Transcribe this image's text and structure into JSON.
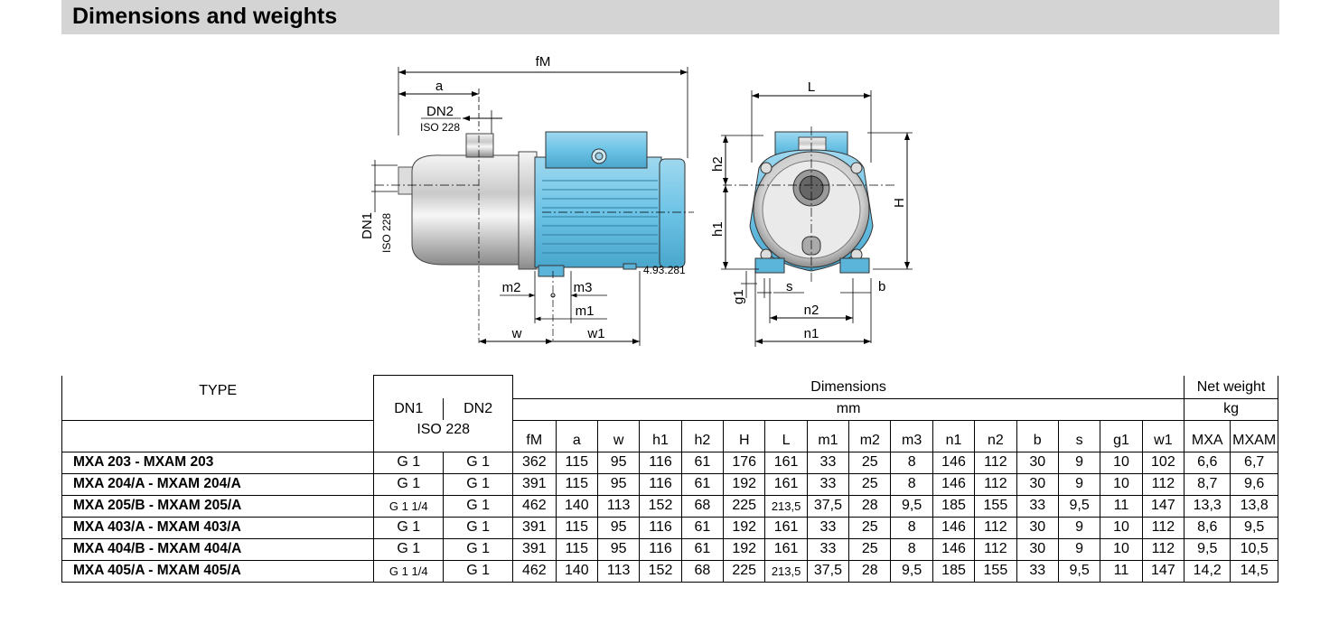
{
  "header": {
    "title": "Dimensions and weights"
  },
  "drawing": {
    "labels": {
      "fM": "fM",
      "a": "a",
      "DN2": "DN2",
      "ISO228_top": "ISO 228",
      "DN1": "DN1",
      "ISO228_side": "ISO 228",
      "m2": "m2",
      "m3": "m3",
      "m1": "m1",
      "w": "w",
      "w1": "w1",
      "code": "4.93.281",
      "L": "L",
      "h2": "h2",
      "h1": "h1",
      "H": "H",
      "g1": "g1",
      "s": "s",
      "b": "b",
      "n2": "n2",
      "n1": "n1"
    }
  },
  "table": {
    "header": {
      "type": "TYPE",
      "dn1": "DN1",
      "dn2": "DN2",
      "iso": "ISO 228",
      "dimensions": "Dimensions",
      "mm": "mm",
      "net_weight": "Net weight",
      "kg": "kg",
      "columns": [
        "fM",
        "a",
        "w",
        "h1",
        "h2",
        "H",
        "L",
        "m1",
        "m2",
        "m3",
        "n1",
        "n2",
        "b",
        "s",
        "g1",
        "w1",
        "MXA",
        "MXAM"
      ]
    },
    "rows": [
      {
        "type": "MXA 203      - MXAM 203",
        "dn1": "G 1",
        "dn2": "G 1",
        "values": [
          "362",
          "115",
          "95",
          "116",
          "61",
          "176",
          "161",
          "33",
          "25",
          "8",
          "146",
          "112",
          "30",
          "9",
          "10",
          "102",
          "6,6",
          "6,7"
        ]
      },
      {
        "type": "MXA 204/A  - MXAM 204/A",
        "dn1": "G 1",
        "dn2": "G 1",
        "values": [
          "391",
          "115",
          "95",
          "116",
          "61",
          "192",
          "161",
          "33",
          "25",
          "8",
          "146",
          "112",
          "30",
          "9",
          "10",
          "112",
          "8,7",
          "9,6"
        ]
      },
      {
        "type": "MXA 205/B  - MXAM 205/A",
        "dn1": "G 1 1/4",
        "dn2": "G 1",
        "values": [
          "462",
          "140",
          "113",
          "152",
          "68",
          "225",
          "213,5",
          "37,5",
          "28",
          "9,5",
          "185",
          "155",
          "33",
          "9,5",
          "11",
          "147",
          "13,3",
          "13,8"
        ]
      },
      {
        "type": "MXA 403/A  - MXAM 403/A",
        "dn1": "G 1",
        "dn2": "G 1",
        "values": [
          "391",
          "115",
          "95",
          "116",
          "61",
          "192",
          "161",
          "33",
          "25",
          "8",
          "146",
          "112",
          "30",
          "9",
          "10",
          "112",
          "8,6",
          "9,5"
        ]
      },
      {
        "type": "MXA 404/B  - MXAM 404/A",
        "dn1": "G 1",
        "dn2": "G 1",
        "values": [
          "391",
          "115",
          "95",
          "116",
          "61",
          "192",
          "161",
          "33",
          "25",
          "8",
          "146",
          "112",
          "30",
          "9",
          "10",
          "112",
          "9,5",
          "10,5"
        ]
      },
      {
        "type": "MXA 405/A  - MXAM 405/A",
        "dn1": "G 1 1/4",
        "dn2": "G 1",
        "values": [
          "462",
          "140",
          "113",
          "152",
          "68",
          "225",
          "213,5",
          "37,5",
          "28",
          "9,5",
          "185",
          "155",
          "33",
          "9,5",
          "11",
          "147",
          "14,2",
          "14,5"
        ]
      }
    ]
  }
}
